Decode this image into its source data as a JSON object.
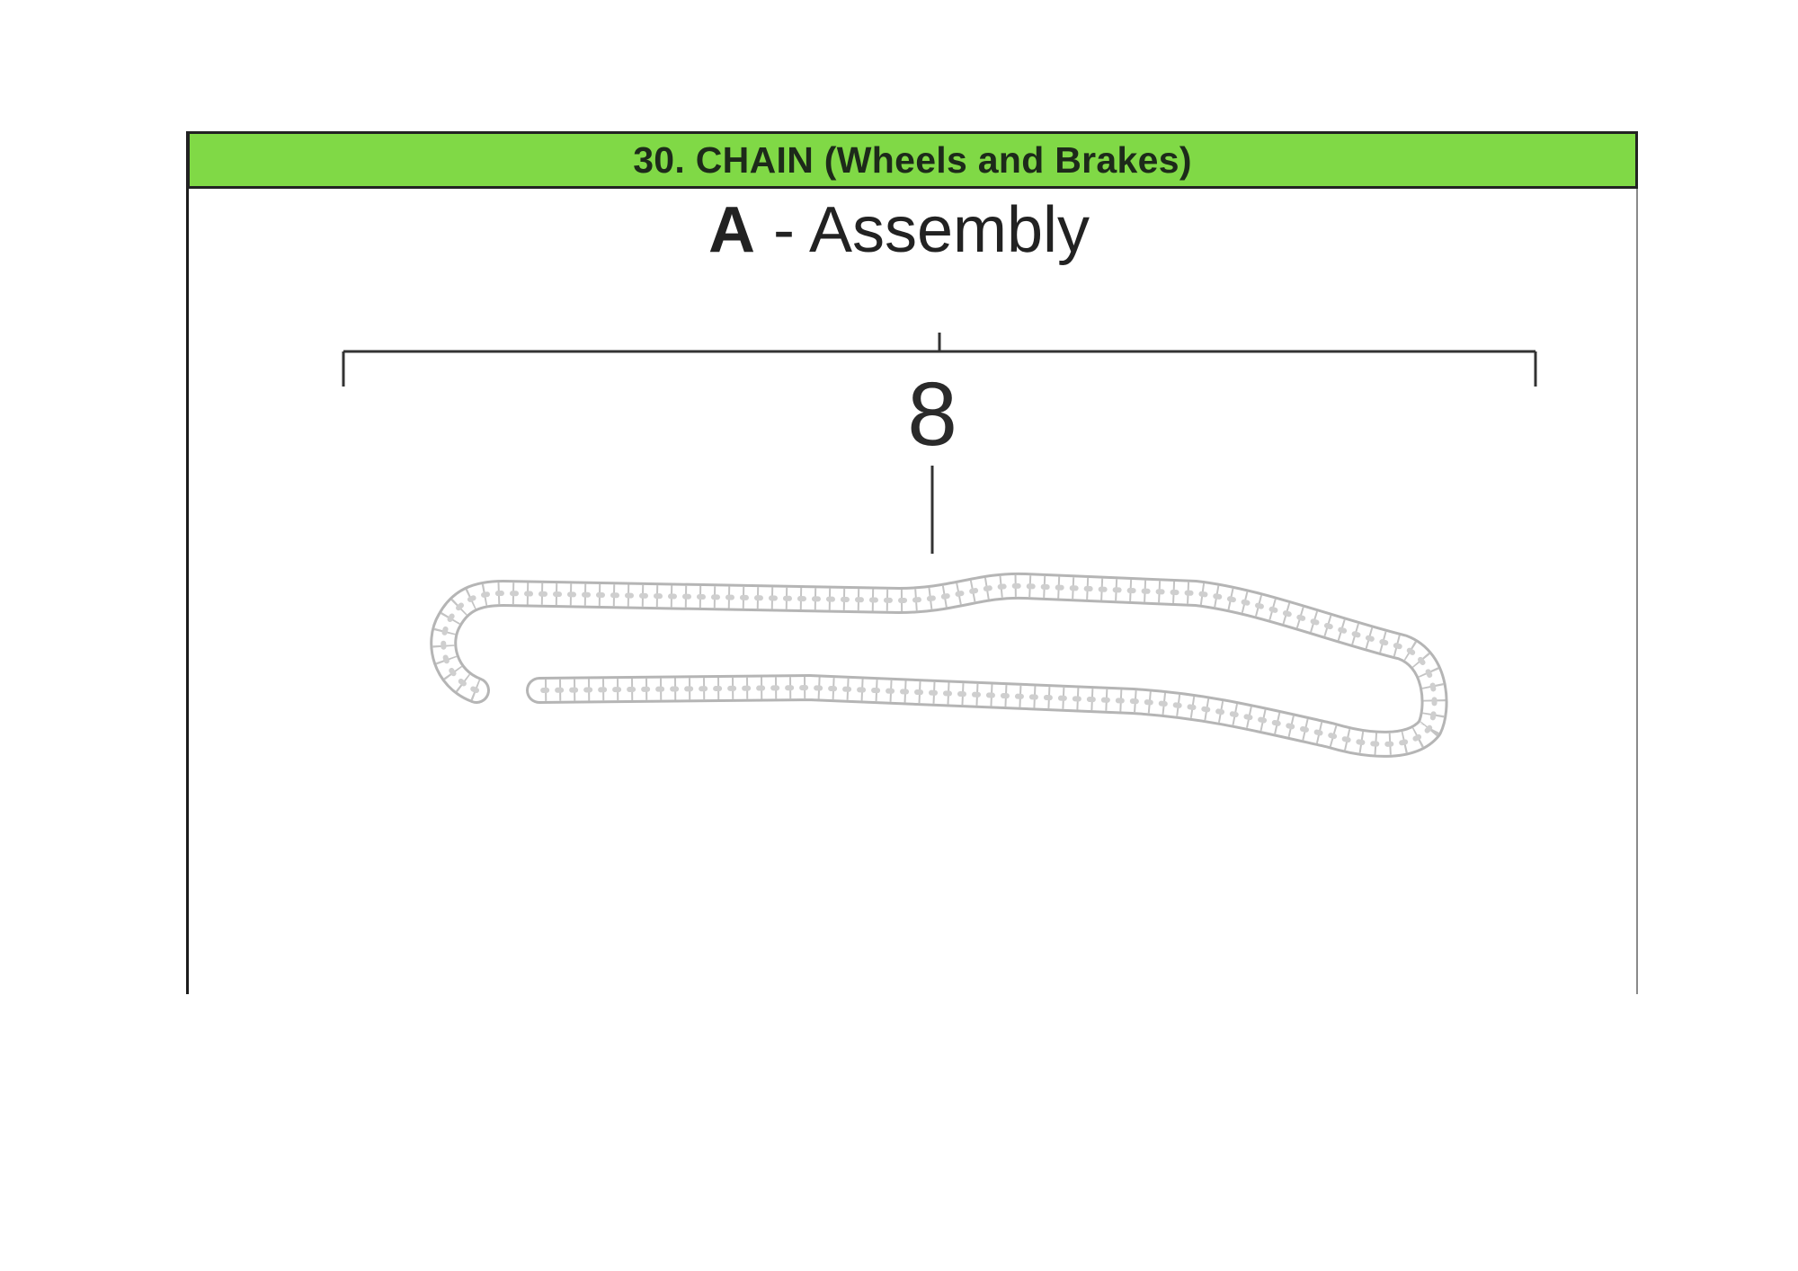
{
  "header": {
    "title": "30. CHAIN (Wheels and Brakes)",
    "background_color": "#80d946"
  },
  "section": {
    "letter": "A",
    "separator": " - ",
    "name": "Assembly"
  },
  "callout": {
    "part_number": "8"
  },
  "parts": [
    {
      "number": "8",
      "name": "chain",
      "icon": "bicycle-chain-drawing"
    }
  ]
}
